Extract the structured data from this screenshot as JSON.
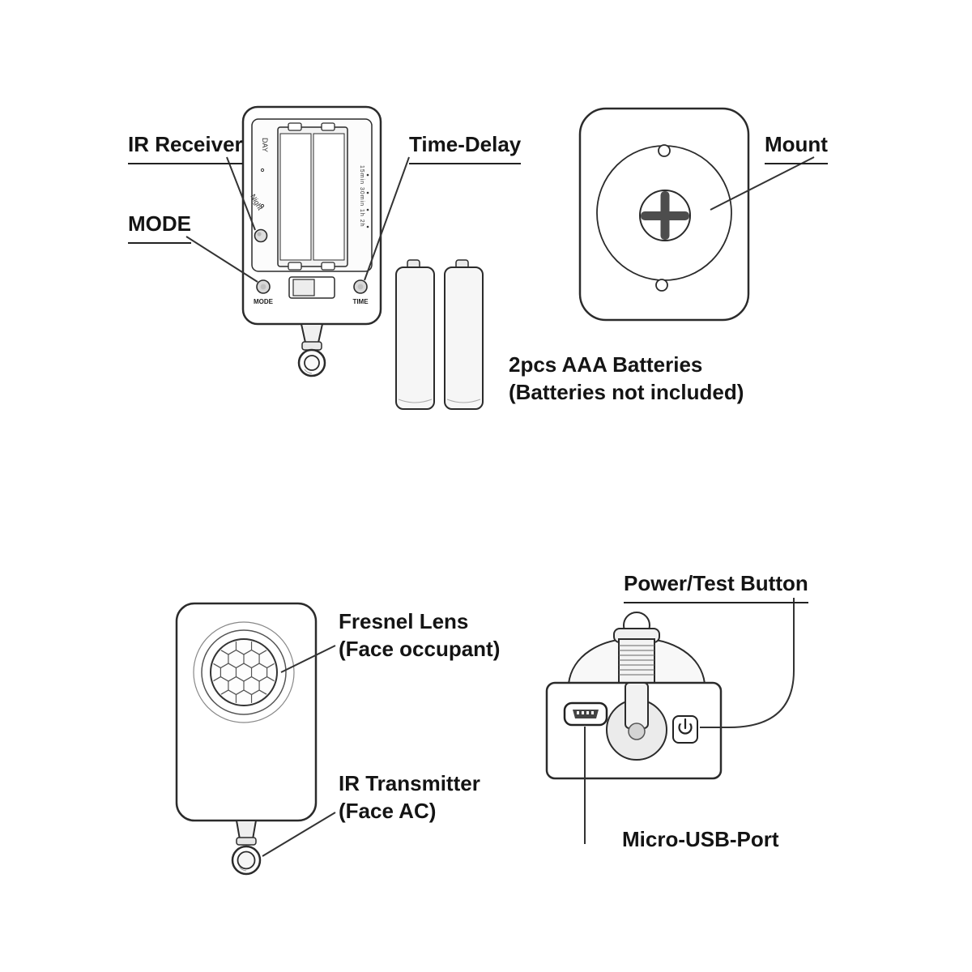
{
  "figure": {
    "labels": {
      "ir_receiver": "IR Receiver",
      "mode": "MODE",
      "time_delay": "Time-Delay",
      "mount": "Mount",
      "batteries": [
        "2pcs AAA Batteries",
        "(Batteries not included)"
      ],
      "power_test": "Power/Test Button",
      "fresnel": [
        "Fresnel Lens",
        "(Face occupant)"
      ],
      "ir_transmitter": [
        "IR Transmitter",
        "(Face AC)"
      ],
      "micro_usb": "Micro-USB-Port"
    },
    "device_markings": {
      "day": "DAY",
      "night": "Night",
      "mode_button": "MODE",
      "time_button": "TIME",
      "time_scale": "15min 30min 1h 2h"
    },
    "colors": {
      "outline": "#2b2b2b",
      "label_text": "#141414",
      "leader": "#333333",
      "screw": "#4d4d4d",
      "fill_light": "#f5f5f5"
    }
  }
}
